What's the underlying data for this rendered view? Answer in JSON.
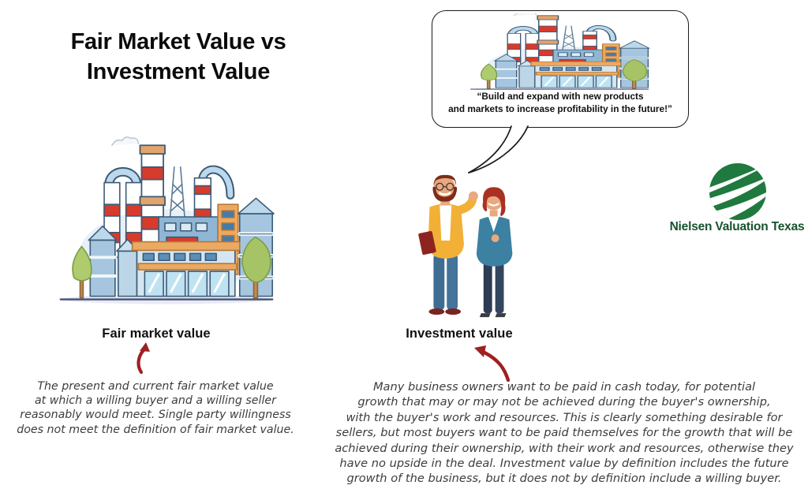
{
  "title": "Fair Market Value vs\nInvestment Value",
  "speech_bubble": {
    "quote": "“Build and expand with new products\nand markets to increase profitability in the future!”"
  },
  "fair_market": {
    "label": "Fair market value",
    "description": "The present and current fair market value\nat which a willing buyer and a willing seller\nreasonably would meet. Single party willingness\ndoes not meet the definition of fair market value."
  },
  "investment": {
    "label": "Investment value",
    "description": "Many business owners want to be paid in cash today, for potential\ngrowth that may or may not be achieved during the buyer's ownership,\nwith the buyer's work and resources. This is clearly something desirable for\nsellers, but most buyers want to be paid themselves for the growth that will be\nachieved during their ownership, with their work and resources, otherwise they\nhave no upside in the deal. Investment value by definition includes the future\ngrowth of the business, but it does not by definition include a willing buyer."
  },
  "logo": {
    "text": "Nielsen Valuation Texas"
  },
  "icons": {
    "factory": "factory-illustration",
    "people": "two-people-talking",
    "speech_tail": "speech-bubble-tail",
    "arrow": "curved-red-arrow",
    "logo_mark": "green-globe-swoosh"
  },
  "colors": {
    "accent_red": "#9e2023",
    "logo_green": "#20793f",
    "logo_text_green": "#17522e",
    "text_dark": "#111111",
    "handwriting_gray": "#3d3d3d"
  }
}
